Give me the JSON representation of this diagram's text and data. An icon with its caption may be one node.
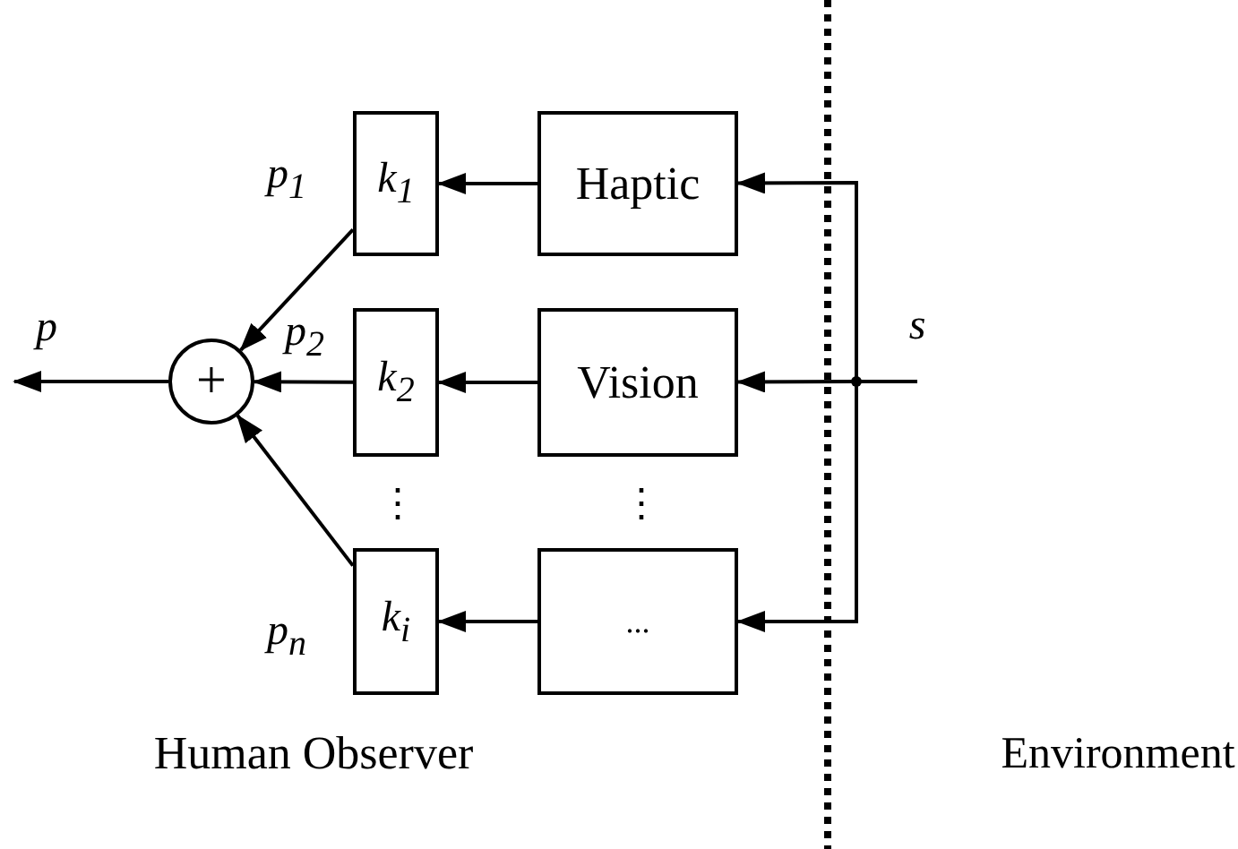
{
  "diagram": {
    "nodes": [
      {
        "text": [
          "+"
        ]
      },
      {
        "text": [
          "k$_{1}$"
        ]
      },
      {
        "text": [
          "k$_{2}$"
        ]
      },
      {
        "text": [
          "k$_{i}$"
        ]
      },
      {
        "text": [
          "Haptic"
        ]
      },
      {
        "text": [
          "Vision"
        ]
      },
      {
        "text": [
          "..."
        ]
      }
    ],
    "edges": [
      {
        "from": 4,
        "to": 1,
        "arrow": "to"
      },
      {
        "from": 5,
        "to": 2,
        "arrow": "to"
      },
      {
        "from": 6,
        "to": 3,
        "arrow": "to"
      },
      {
        "from": 1,
        "to": 0,
        "arrow": "to",
        "label": "p$_{1}$"
      },
      {
        "from": 2,
        "to": 0,
        "arrow": "to",
        "label": "p$_{2}$"
      },
      {
        "from": 3,
        "to": 0,
        "arrow": "to",
        "label": "p$_{n}$"
      },
      {
        "from": 0,
        "to": null,
        "arrow": "to",
        "label": "p"
      },
      {
        "from": null,
        "to": 4,
        "arrow": "to",
        "label": "s"
      },
      {
        "from": null,
        "to": 5,
        "arrow": "to"
      },
      {
        "from": null,
        "to": 6,
        "arrow": "to"
      }
    ],
    "labels": [
      "⋮",
      "⋮",
      "Human Observer",
      "Environment"
    ]
  }
}
